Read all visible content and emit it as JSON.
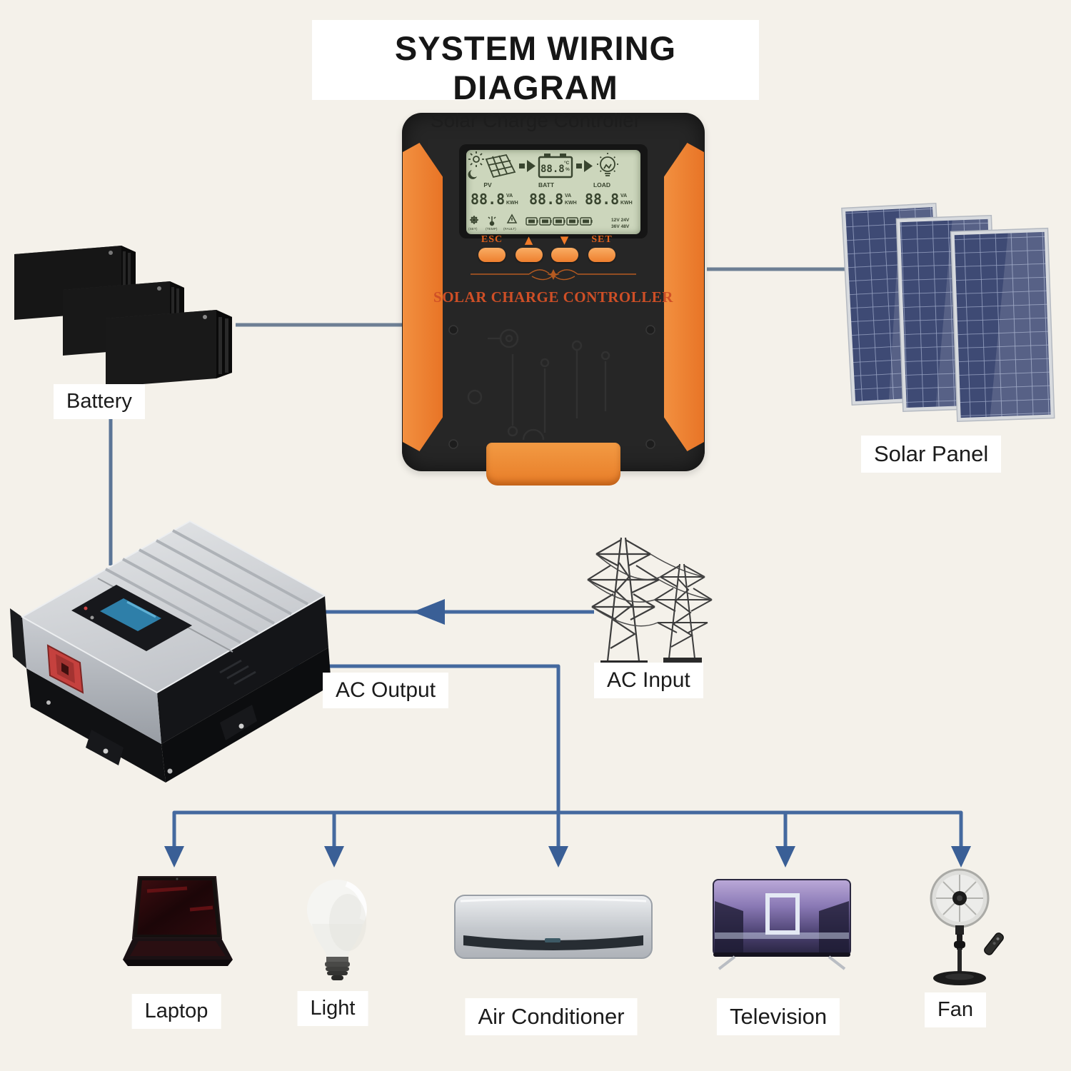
{
  "title": {
    "main": "SYSTEM WIRING DIAGRAM",
    "subtitle": "Solar Charge Controller"
  },
  "controller": {
    "brand_label": "SOLAR CHARGE CONTROLLER",
    "buttons": [
      {
        "label": "ESC"
      },
      {
        "label": "▲"
      },
      {
        "label": "▼"
      },
      {
        "label": "SET"
      }
    ],
    "lcd": {
      "pv": {
        "label": "PV",
        "value": "88.8",
        "unit_top": "VA",
        "unit_bottom": "KWH"
      },
      "batt": {
        "label": "BATT",
        "value": "88.8",
        "unit_top": "VA",
        "unit_bottom": "KWH"
      },
      "load": {
        "label": "LOAD",
        "value": "88.8",
        "unit_top": "VA",
        "unit_bottom": "KWH"
      },
      "batt_icon": {
        "value": "88.8",
        "unit_top": "°C",
        "unit_bottom": "%"
      },
      "status": [
        "(SET)",
        "(TEMP)",
        "(FAULT)"
      ],
      "voltage_line1": "12V 24V",
      "voltage_line2": "36V 48V"
    }
  },
  "nodes": {
    "battery": "Battery",
    "solar_panel": "Solar Panel",
    "ac_output": "AC Output",
    "ac_input": "AC Input"
  },
  "appliances": [
    {
      "label": "Laptop"
    },
    {
      "label": "Light"
    },
    {
      "label": "Air Conditioner"
    },
    {
      "label": "Television"
    },
    {
      "label": "Fan"
    }
  ],
  "colors": {
    "background": "#f4f1ea",
    "accent_orange": "#ee7f2e",
    "brand_text": "#cf4f26",
    "wire_blue": "#44699f",
    "wire_gray": "#6d7f94",
    "lcd_green": "#ccd6bc",
    "solar_blue": "#3e4a74"
  }
}
